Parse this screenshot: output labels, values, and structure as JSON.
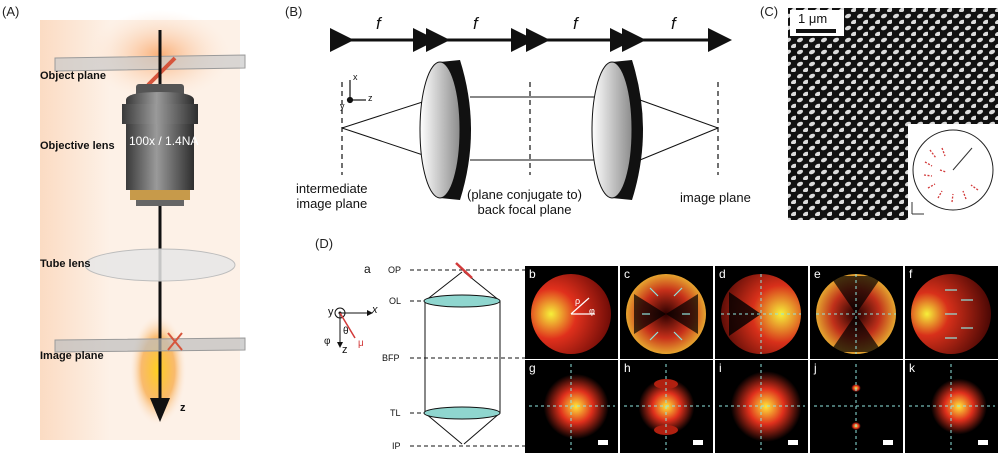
{
  "panels": {
    "A": {
      "label": "(A)",
      "object_plane": "Object plane",
      "objective_lens": "Objective lens",
      "lens_text": "100x / 1.4NA",
      "tube_lens": "Tube lens",
      "image_plane": "Image plane",
      "axis": "z"
    },
    "B": {
      "label": "(B)",
      "f_labels": [
        "f",
        "f",
        "f",
        "f"
      ],
      "intermediate": [
        "intermediate",
        "image plane"
      ],
      "conjugate": [
        "(plane conjugate to)",
        "back focal plane"
      ],
      "image_plane": "image plane",
      "axes": [
        "x",
        "y",
        "z"
      ]
    },
    "C": {
      "label": "(C)",
      "scale": "1 μm"
    },
    "D": {
      "label": "(D)",
      "sub_a": "a",
      "planes": [
        "OP",
        "OL",
        "BFP",
        "TL",
        "IP"
      ],
      "axes": [
        "y",
        "x",
        "z"
      ],
      "angles": [
        "θ",
        "φ",
        "μ"
      ],
      "tiles_top": [
        "b",
        "c",
        "d",
        "e",
        "f"
      ],
      "tiles_bottom": [
        "g",
        "h",
        "i",
        "j",
        "k"
      ],
      "tile_b_annot": [
        "ρ",
        "φ"
      ]
    }
  }
}
